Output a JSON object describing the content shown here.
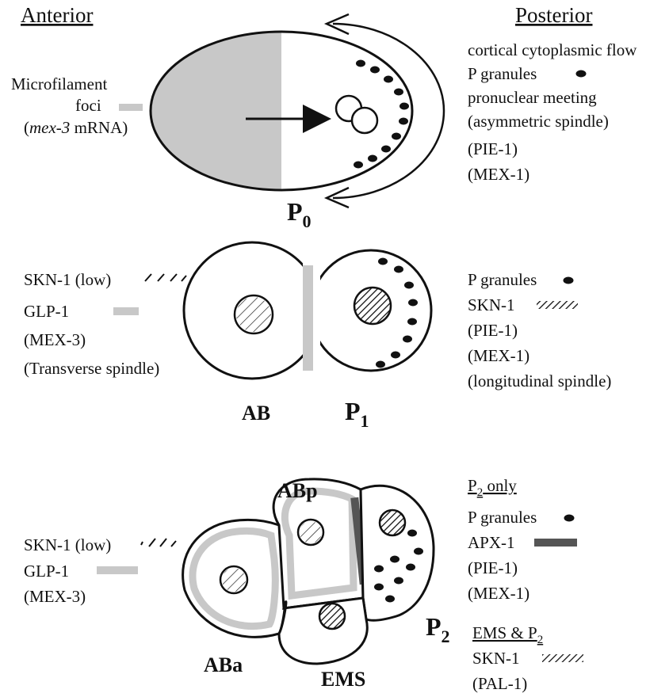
{
  "headers": {
    "anterior": "Anterior",
    "posterior": "Posterior"
  },
  "p0": {
    "cell_label": "P",
    "cell_label_sub": "0",
    "left": {
      "foci_line1": "Microfilament",
      "foci_line2": "foci",
      "mex3_italic": "mex-3",
      "mex3_rest": " mRNA",
      "open_paren": "(",
      "close_paren": ")"
    },
    "right": [
      "cortical cytoplasmic flow",
      "P granules",
      "pronuclear meeting",
      "(asymmetric spindle)",
      "(PIE-1)",
      "(MEX-1)"
    ]
  },
  "p1": {
    "ab_label": "AB",
    "p1_label": "P",
    "p1_label_sub": "1",
    "left": [
      "SKN-1 (low)",
      "GLP-1",
      "(MEX-3)",
      "(Transverse spindle)"
    ],
    "right": [
      "P granules",
      "SKN-1",
      "(PIE-1)",
      "(MEX-1)",
      "(longitudinal spindle)"
    ]
  },
  "four_cell": {
    "abp_label": "ABp",
    "aba_label": "ABa",
    "ems_label": "EMS",
    "p2_label": "P",
    "p2_label_sub": "2",
    "left": [
      "SKN-1 (low)",
      "GLP-1",
      "(MEX-3)"
    ],
    "right_header_p2": "P",
    "right_header_p2_sub": "2",
    "right_header_p2_rest": " only",
    "right_p2": [
      "P granules",
      "APX-1",
      "(PIE-1)",
      "(MEX-1)"
    ],
    "right_header_ems_a": "EMS & P",
    "right_header_ems_sub": "2",
    "right_ems": [
      "SKN-1",
      "(PAL-1)"
    ]
  },
  "colors": {
    "gray_fill": "#c8c8c8",
    "dark_bar": "#555555",
    "line": "#111111"
  }
}
